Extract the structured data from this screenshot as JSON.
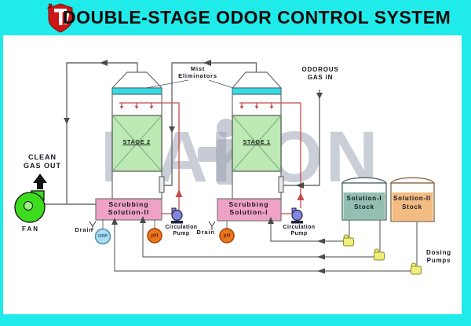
{
  "header": {
    "title": "DOUBLE-STAGE ODOR CONTROL SYSTEM",
    "logo": "shield-tools-logo"
  },
  "watermark": {
    "text": "BAKON"
  },
  "labels": {
    "mist": [
      "Mist",
      "Eliminators"
    ],
    "odorous": [
      "ODOROUS",
      "GAS IN"
    ],
    "clean": [
      "CLEAN",
      "GAS OUT"
    ],
    "fan": "FAN",
    "dosing": [
      "Dosing",
      "Pumps"
    ]
  },
  "towers": [
    {
      "stage": "STAGE 2",
      "sump": [
        "Scrubbing",
        "Solution-II"
      ],
      "drain": "Drain",
      "pump": [
        "Circulation",
        "Pump"
      ],
      "sensors": [
        "ORP",
        "pH"
      ]
    },
    {
      "stage": "STAGE 1",
      "sump": [
        "Scrubbing",
        "Solution-I"
      ],
      "drain": "Drain",
      "pump": [
        "Circulation",
        "Pump"
      ],
      "sensors": [
        "pH"
      ]
    }
  ],
  "stock_tanks": [
    {
      "name": [
        "Solution-I",
        "Stock"
      ]
    },
    {
      "name": [
        "Solution-II",
        "Stock"
      ]
    }
  ],
  "colors": {
    "frame": "#20ebeb",
    "mist_band": "#38d8e4",
    "packing": "#bce9b4",
    "scrubbing_tank": "#f0a2c6",
    "stock_1_fill": "#93bfb2",
    "stock_2_fill": "#f3bc82",
    "fan": "#3ddc1f",
    "circulation_pump": "#8585e0",
    "dosing_pump": "#f0ee7a",
    "ph_sensor": "#e8761e",
    "orp_sensor": "#aadcec",
    "gas_pipe": "#6b6b6b",
    "spray_pipe": "#c64a4a"
  }
}
